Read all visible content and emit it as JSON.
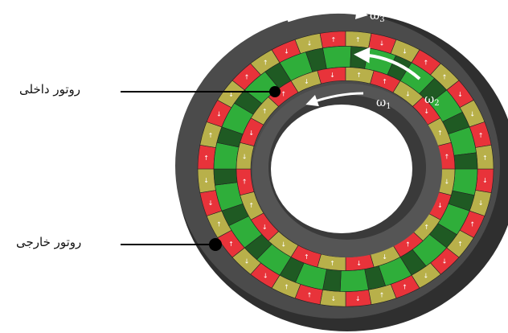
{
  "labels": {
    "inner_rotor": "روتور داخلی",
    "outer_rotor": "روتور خارجی"
  },
  "speed_labels": {
    "w1": {
      "symbol": "ω",
      "sub": "1"
    },
    "w2": {
      "symbol": "ω",
      "sub": "2"
    },
    "w3": {
      "symbol": "ω",
      "sub": "3"
    }
  },
  "colors": {
    "housing": "#4b4b4b",
    "housing_dark": "#2f2f2f",
    "magnet_red": "#e8333a",
    "magnet_olive": "#b8b04a",
    "modulator_green": "#2fae3a",
    "modulator_dark": "#1f5a23",
    "bore": "#ffffff"
  },
  "structure": {
    "outer_magnet_count": 36,
    "modulator_piece_count": 18,
    "inner_magnet_count": 24
  }
}
